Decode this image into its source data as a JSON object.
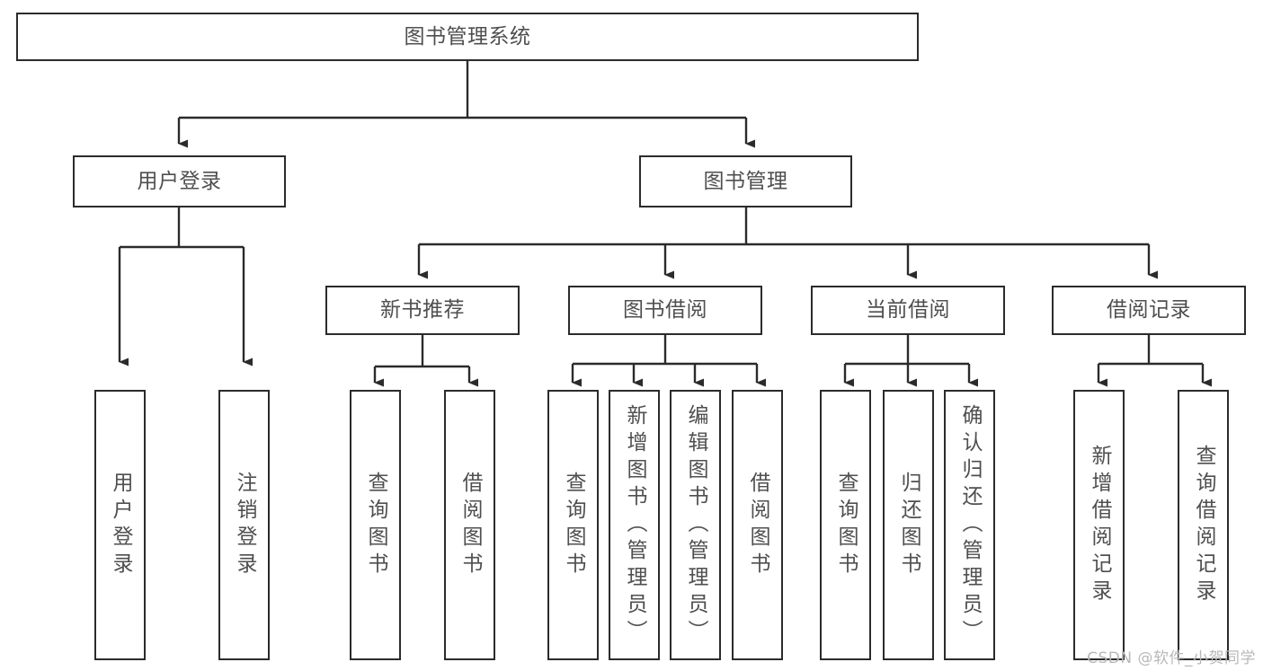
{
  "diagram": {
    "title": "图书管理系统",
    "type": "tree-hierarchy",
    "orientation": "top-down",
    "colors": {
      "border": "#2b2b2b",
      "text": "#4f4f4f",
      "background": "#ffffff",
      "watermark": "#b8b8b8"
    },
    "levels": {
      "root_label": "图书管理系统",
      "level2": [
        "用户登录",
        "图书管理"
      ],
      "level3": [
        "新书推荐",
        "图书借阅",
        "当前借阅",
        "借阅记录"
      ]
    },
    "nodes": {
      "root": {
        "label": "图书管理系统"
      },
      "user_login": {
        "label": "用户登录"
      },
      "book_manage": {
        "label": "图书管理"
      },
      "new_book_rec": {
        "label": "新书推荐"
      },
      "book_borrow": {
        "label": "图书借阅"
      },
      "current_borrow": {
        "label": "当前借阅"
      },
      "borrow_record": {
        "label": "借阅记录"
      },
      "leaf_user_login": {
        "label": "用户登录"
      },
      "leaf_logout": {
        "label": "注销登录"
      },
      "leaf_query_book_1": {
        "label": "查询图书"
      },
      "leaf_borrow_book_1": {
        "label": "借阅图书"
      },
      "leaf_query_book_2": {
        "label": "查询图书"
      },
      "leaf_add_book": {
        "label": "新增图书（管理员）"
      },
      "leaf_edit_book": {
        "label": "编辑图书（管理员）"
      },
      "leaf_borrow_book_2": {
        "label": "借阅图书"
      },
      "leaf_query_book_3": {
        "label": "查询图书"
      },
      "leaf_return_book": {
        "label": "归还图书"
      },
      "leaf_confirm_return": {
        "label": "确认归还（管理员）"
      },
      "leaf_add_record": {
        "label": "新增借阅记录"
      },
      "leaf_query_record": {
        "label": "查询借阅记录"
      }
    }
  },
  "watermark": {
    "text": "CSDN @软件_小贺同学"
  }
}
